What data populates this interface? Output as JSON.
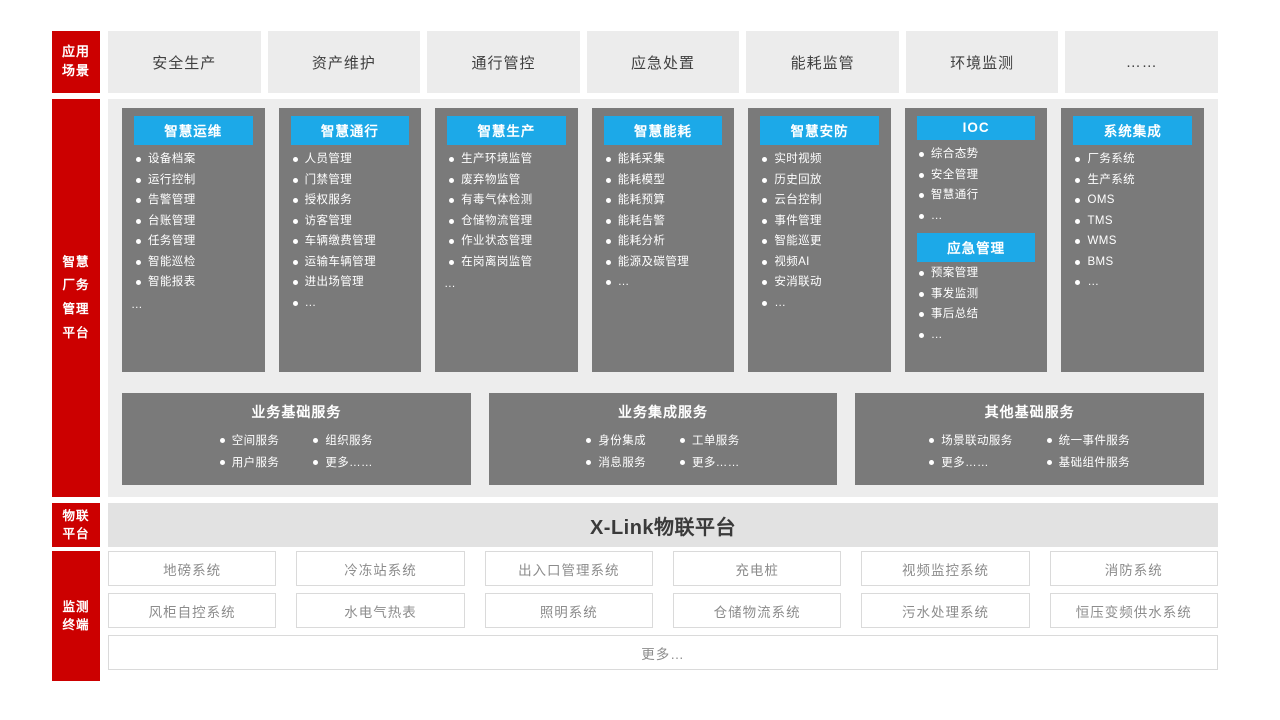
{
  "colors": {
    "red_tag": "#CC0000",
    "module_header_blue": "#1CA9E8",
    "card_gray": "#7A7A7A",
    "band_gray": "#EDEDED",
    "scenario_gray": "#ECECEC",
    "iot_gray": "#E2E2E2"
  },
  "scenarios": {
    "tag_line1": "应用",
    "tag_line2": "场景",
    "cells": [
      "安全生产",
      "资产维护",
      "通行管控",
      "应急处置",
      "能耗监管",
      "环境监测",
      "……"
    ]
  },
  "platform": {
    "tag_lines": [
      "智慧",
      "厂务",
      "管理",
      "平台"
    ],
    "modules": [
      {
        "title": "智慧运维",
        "items": [
          "设备档案",
          "运行控制",
          "告警管理",
          "台账管理",
          "任务管理",
          "智能巡检",
          "智能报表"
        ],
        "trailing_ellipsis": "…",
        "bulleted_ellipsis": false
      },
      {
        "title": "智慧通行",
        "items": [
          "人员管理",
          "门禁管理",
          "授权服务",
          "访客管理",
          "车辆缴费管理",
          "运输车辆管理",
          "进出场管理",
          "…"
        ],
        "trailing_ellipsis": "",
        "bulleted_ellipsis": true
      },
      {
        "title": "智慧生产",
        "items": [
          "生产环境监管",
          "废弃物监管",
          "有毒气体检测",
          "仓储物流管理",
          "作业状态管理",
          " 在岗离岗监管"
        ],
        "trailing_ellipsis": "…",
        "bulleted_ellipsis": false
      },
      {
        "title": "智慧能耗",
        "items": [
          "能耗采集",
          "能耗模型",
          "能耗预算",
          "能耗告警",
          "能耗分析",
          "能源及碳管理",
          "…"
        ],
        "trailing_ellipsis": "",
        "bulleted_ellipsis": true
      },
      {
        "title": "智慧安防",
        "items": [
          "实时视频",
          "历史回放",
          "云台控制",
          "事件管理",
          "智能巡更",
          "视频AI",
          "安消联动",
          "…"
        ],
        "trailing_ellipsis": "",
        "bulleted_ellipsis": true
      },
      {
        "title": "IOC",
        "items": [
          "综合态势",
          "安全管理",
          "智慧通行",
          "…"
        ],
        "subtitle": "应急管理",
        "sub_items": [
          "预案管理",
          "事发监测",
          "事后总结",
          "…"
        ],
        "trailing_ellipsis": "",
        "bulleted_ellipsis": true
      },
      {
        "title": "系统集成",
        "items": [
          "厂务系统",
          "生产系统",
          "OMS",
          "TMS",
          "WMS",
          "BMS",
          "…"
        ],
        "trailing_ellipsis": "",
        "bulleted_ellipsis": true
      }
    ],
    "services": [
      {
        "title": "业务基础服务",
        "left": [
          "空间服务",
          "用户服务"
        ],
        "right": [
          "组织服务",
          "更多……"
        ]
      },
      {
        "title": "业务集成服务",
        "left": [
          "身份集成",
          "消息服务"
        ],
        "right": [
          "工单服务",
          "更多……"
        ]
      },
      {
        "title": "其他基础服务",
        "left": [
          "场景联动服务",
          "更多……"
        ],
        "right": [
          "统一事件服务",
          "基础组件服务"
        ]
      }
    ]
  },
  "iot": {
    "tag_line1": "物联",
    "tag_line2": "平台",
    "title": "X-Link物联平台"
  },
  "terminals": {
    "tag_line1": "监测",
    "tag_line2": "终端",
    "row1": [
      "地磅系统",
      "冷冻站系统",
      "出入口管理系统",
      "充电桩",
      "视频监控系统",
      "消防系统"
    ],
    "row2": [
      "风柜自控系统",
      "水电气热表",
      "照明系统",
      "仓储物流系统",
      "污水处理系统",
      "恒压变频供水系统"
    ],
    "more": "更多…"
  }
}
